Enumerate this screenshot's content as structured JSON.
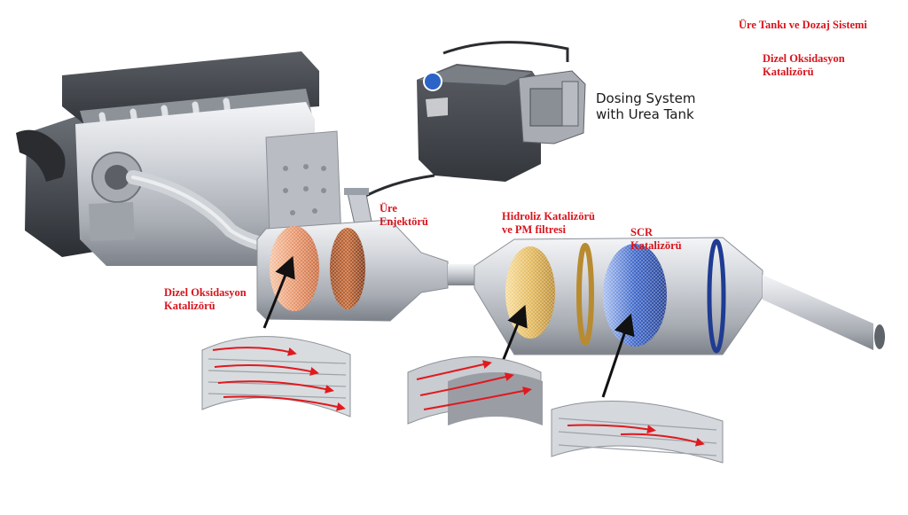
{
  "labels": {
    "legend_urea_tank": "Üre Tankı ve Dozaj Sistemi",
    "legend_doc_line1": "Dizel Oksidasyon",
    "legend_doc_line2": "Katalizörü",
    "dosing_line1": "Dosing System",
    "dosing_line2": "with Urea Tank",
    "injector_line1": "Üre",
    "injector_line2": "Enjektörü",
    "hydrolysis_line1": "Hidroliz Katalizörü",
    "hydrolysis_line2": "ve PM filtresi",
    "scr_line1": "SCR",
    "scr_line2": "Katalizörü",
    "doc_line1": "Dizel Oksidasyon",
    "doc_line2": "Katalizörü"
  },
  "colors": {
    "label_red": "#d8141d",
    "doc_core": "#e8956a",
    "hydrolysis_core": "#e3b85a",
    "scr_core": "#3a64c8",
    "flow_arrow": "#e0191f",
    "housing": "#c9ccd1"
  }
}
